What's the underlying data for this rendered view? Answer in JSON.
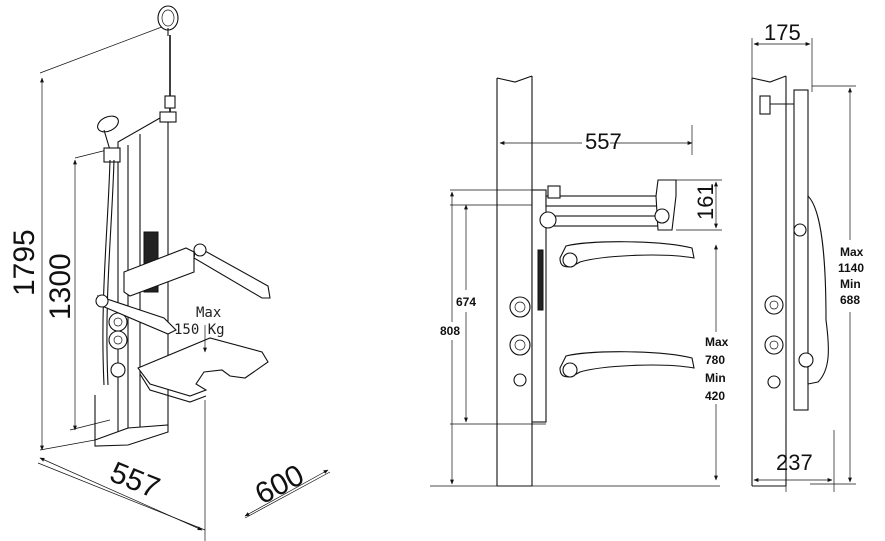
{
  "perspective_view": {
    "dim_total_height": "1795",
    "dim_rail_height": "1300",
    "dim_width": "557",
    "dim_depth": "600",
    "load_label_line1": "Max",
    "load_label_line2": "150 Kg"
  },
  "front_view": {
    "dim_width": "557",
    "dim_backrest": "161",
    "dim_seat_range": "674",
    "dim_overall": "808",
    "range_max_label": "Max",
    "range_max_value": "780",
    "range_min_label": "Min",
    "range_min_value": "420"
  },
  "side_view": {
    "dim_top": "175",
    "dim_bottom": "237",
    "range_max_label": "Max",
    "range_max_value": "1140",
    "range_min_label": "Min",
    "range_min_value": "688"
  }
}
